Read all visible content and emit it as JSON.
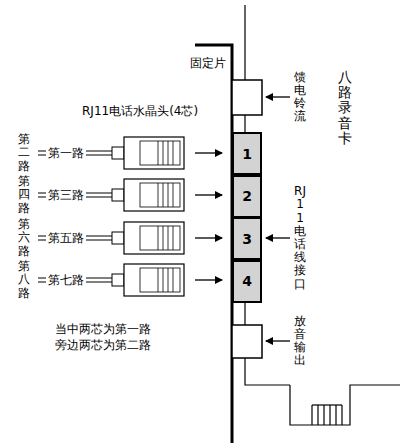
{
  "diagram": {
    "nodes": [
      {
        "text": [
          "1"
        ]
      },
      {
        "text": [
          "2"
        ]
      },
      {
        "text": [
          "3"
        ]
      },
      {
        "text": [
          "4"
        ]
      }
    ],
    "labels": [
      "RJ11电话水晶头(4芯)",
      "第二路",
      "第一路",
      "第四路",
      "第三路",
      "第六路",
      "第五路",
      "第八路",
      "第七路",
      "固定片",
      "馈电铃流",
      "RJ11电话线接口",
      "放音输出",
      "八路录音卡",
      "当中两芯为第一路",
      "旁边两芯为第二路"
    ]
  }
}
